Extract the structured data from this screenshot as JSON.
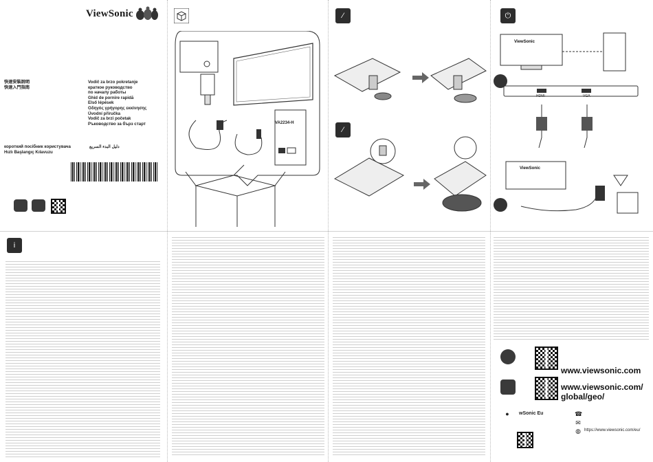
{
  "brand": "ViewSonic",
  "titles_left": [
    "快速安裝說明",
    "快速入門指南"
  ],
  "titles_mid": [
    "Vodič za brzo pokretanje",
    "краткое руководство",
    "по началу работы",
    "Ghid de pornire rapidă",
    "Első lépések",
    "Οδηγός γρήγορης εκκίνησης",
    "Úvodní příručka",
    "Vodič za brzi početak",
    "Ръководство за бърз старт"
  ],
  "titles_left2": [
    "короткий посібник користувача",
    "Hızlı Başlangıç Kılavuzu"
  ],
  "title_arabic": "دليل البدء السريع",
  "model_box": "VA2234-H",
  "vga_label": "VGA",
  "hdmi_label": "HDMI",
  "web": {
    "url1": "www.viewsonic.com",
    "url2": "www.viewsonic.com/",
    "url3": "global/geo/",
    "contact": "wSonic Eu",
    "site": "https://www.viewsonic.com/eu/"
  },
  "colors": {
    "dark": "#2d2d2d",
    "line": "#333333"
  }
}
